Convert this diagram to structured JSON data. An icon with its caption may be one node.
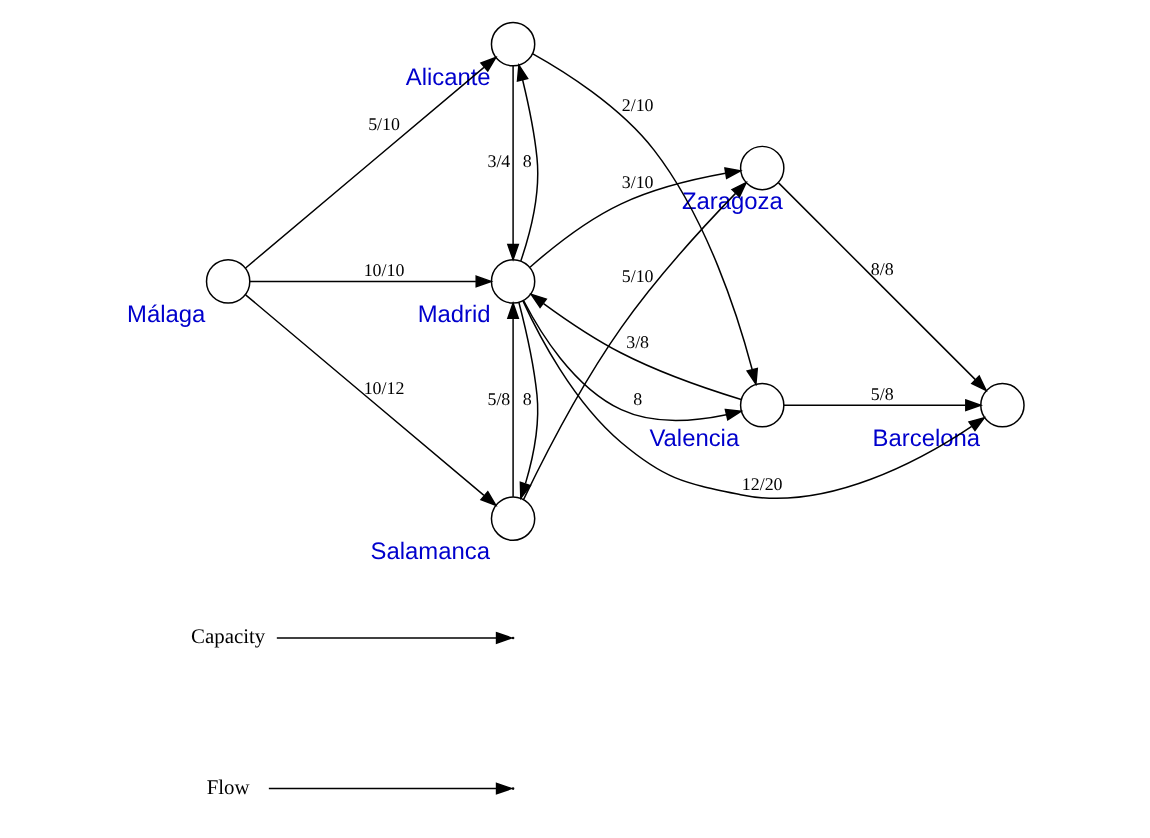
{
  "diagram": {
    "nodes": [
      {
        "text": [
          "Flow"
        ]
      },
      {
        "text": [
          "Capacity"
        ]
      },
      {
        "text": [],
        "shape": "circle",
        "beside": [
          "Salamanca"
        ]
      },
      {
        "text": [],
        "shape": "circle",
        "beside": [
          "Zaragoza"
        ]
      },
      {
        "text": [],
        "shape": "circle",
        "beside": [
          "Málaga"
        ]
      },
      {
        "text": [],
        "shape": "circle",
        "beside": [
          "Madrid"
        ]
      },
      {
        "text": [],
        "shape": "circle",
        "beside": [
          "Barcelona"
        ]
      },
      {
        "text": [],
        "shape": "circle",
        "beside": [
          "Alicante"
        ]
      },
      {
        "text": [],
        "shape": "circle",
        "beside": [
          "Valencia"
        ]
      }
    ],
    "edges": [
      {
        "from": 0,
        "to": null,
        "arrow": "to"
      },
      {
        "from": 1,
        "to": null,
        "arrow": "to"
      },
      {
        "from": 4,
        "to": 2,
        "arrow": "to",
        "label": "10/12"
      },
      {
        "from": 4,
        "to": 5,
        "arrow": "to",
        "label": "10/10"
      },
      {
        "from": 4,
        "to": 7,
        "arrow": "to",
        "label": "5/10"
      },
      {
        "from": 2,
        "to": 3,
        "arrow": "to",
        "label": "5/10"
      },
      {
        "from": 2,
        "to": 5,
        "arrow": "to",
        "label": "5/8"
      },
      {
        "from": 5,
        "to": 2,
        "arrow": "to",
        "label": "8"
      },
      {
        "from": 5,
        "to": 3,
        "arrow": "to",
        "label": "3/10"
      },
      {
        "from": 5,
        "to": 6,
        "arrow": "to",
        "label": "12/20"
      },
      {
        "from": 3,
        "to": 6,
        "arrow": "to",
        "label": "8/8"
      },
      {
        "from": 5,
        "to": 7,
        "arrow": "to",
        "label": "8"
      },
      {
        "from": 7,
        "to": 5,
        "arrow": "to",
        "label": "3/4"
      },
      {
        "from": 8,
        "to": 5,
        "arrow": "to",
        "label": "3/8"
      },
      {
        "from": 5,
        "to": 8,
        "arrow": "to",
        "label": "8"
      },
      {
        "from": 7,
        "to": 8,
        "arrow": "to",
        "label": "2/10"
      },
      {
        "from": 8,
        "to": 6,
        "arrow": "to",
        "label": "5/8"
      }
    ]
  }
}
